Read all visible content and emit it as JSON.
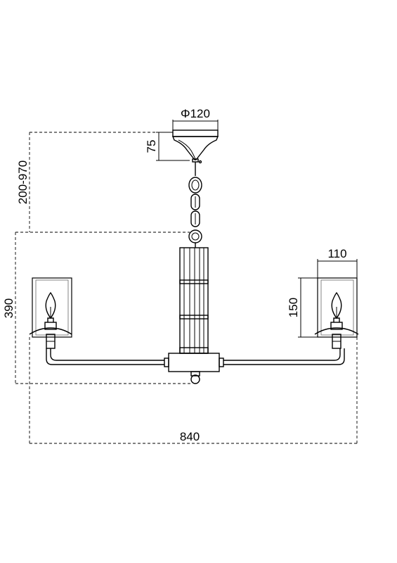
{
  "dimensions": {
    "canopy_diameter": "Φ120",
    "canopy_height": "75",
    "chain_length": "200-970",
    "body_height": "390",
    "shade_width": "110",
    "shade_height": "150",
    "overall_width": "840"
  }
}
